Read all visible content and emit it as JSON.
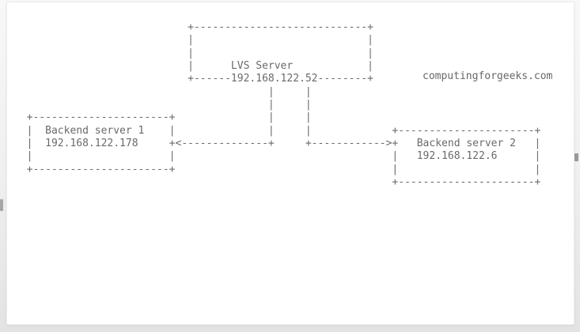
{
  "diagram": {
    "ascii_rows": [
      "                            +----------------------------+",
      "                            |                            |",
      "                            |                            |",
      "                            |      LVS Server            |",
      "                            +------192.168.122.52--------+",
      "                                         |     |",
      "                                         |     |",
      "  +----------------------+               |     |",
      "  |  Backend server 1    |               |     |             +----------------------+",
      "  |  192.168.122.178     +<--------------+     +------------>+   Backend server 2   |",
      "  |                      |                                   |   192.168.122.6      |",
      "  +----------------------+                                   |                      |",
      "                                                             +----------------------+"
    ],
    "nodes": [
      {
        "label": "LVS Server",
        "ip": "192.168.122.52"
      },
      {
        "label": "Backend server 1",
        "ip": "192.168.122.178"
      },
      {
        "label": "Backend server 2",
        "ip": "192.168.122.6"
      }
    ]
  },
  "watermark": {
    "text": "computingforgeeks.com"
  },
  "colors": {
    "diagram_text": "#6a6a6a",
    "card_background": "#ffffff",
    "page_background": "#efefef"
  }
}
